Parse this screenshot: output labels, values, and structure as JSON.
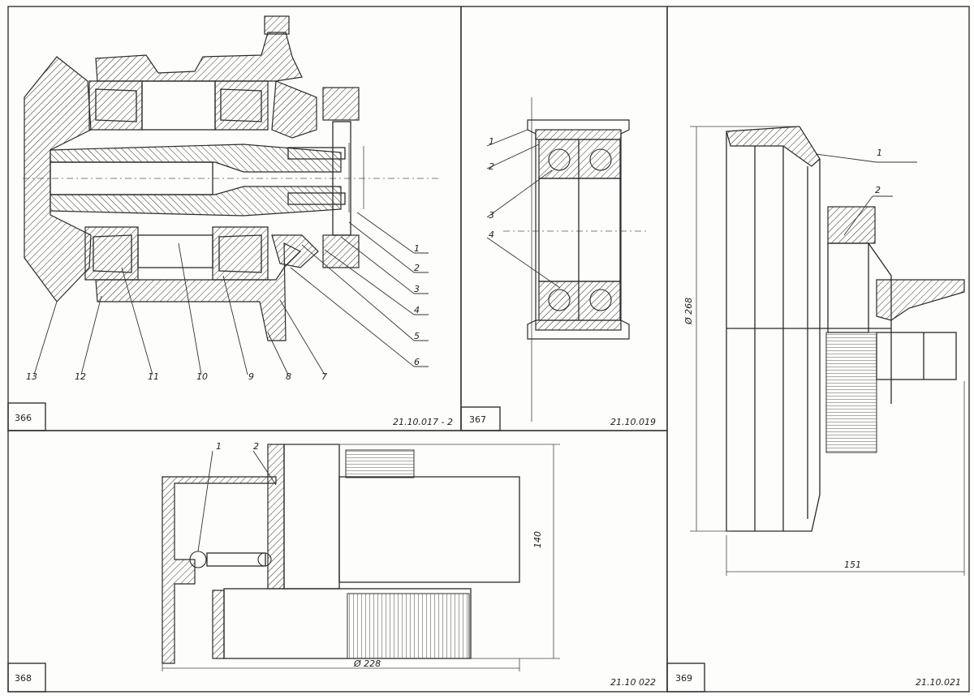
{
  "panels": {
    "p366": {
      "figure_number": "366",
      "drawing_code": "21.10.017 - 2",
      "callouts": [
        "1",
        "2",
        "3",
        "4",
        "5",
        "6",
        "7",
        "8",
        "9",
        "10",
        "11",
        "12",
        "13"
      ]
    },
    "p367": {
      "figure_number": "367",
      "drawing_code": "21.10.019",
      "callouts": [
        "1",
        "2",
        "3",
        "4"
      ]
    },
    "p368": {
      "figure_number": "368",
      "drawing_code": "21.10 022",
      "callouts": [
        "1",
        "2"
      ],
      "dim_height": "140",
      "dim_diameter": "Ø 228"
    },
    "p369": {
      "figure_number": "369",
      "drawing_code": "21.10.021",
      "callouts": [
        "1",
        "2"
      ],
      "dim_diameter": "Ø 268",
      "dim_length": "151"
    }
  }
}
